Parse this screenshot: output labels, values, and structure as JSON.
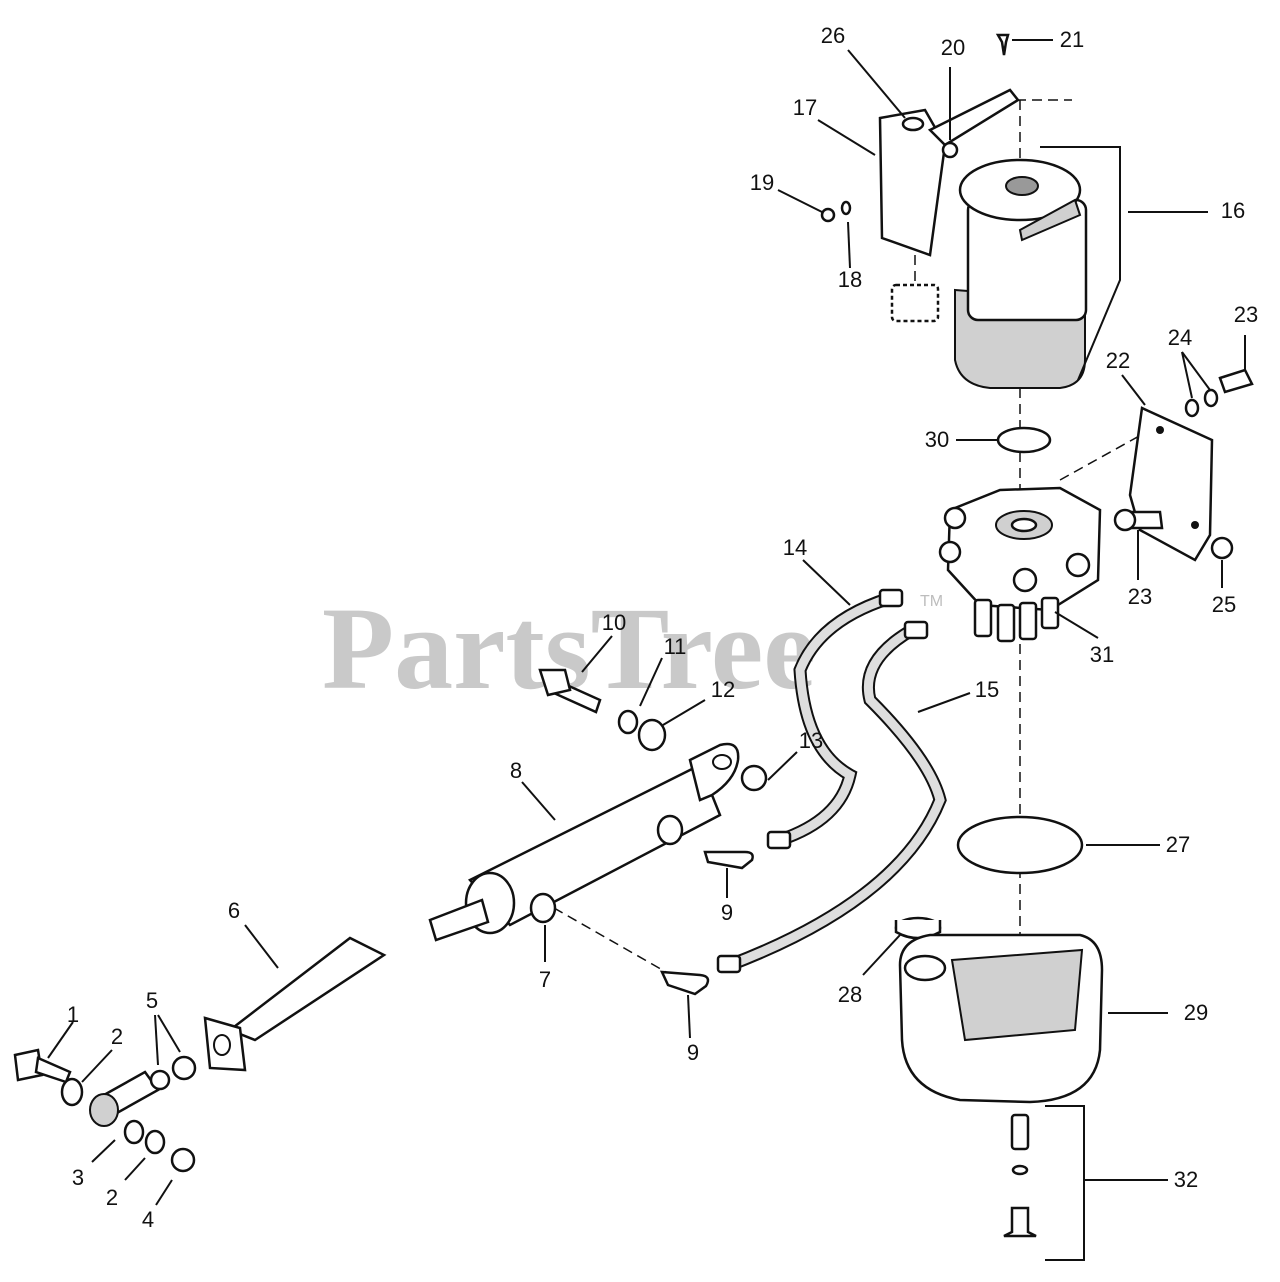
{
  "watermark": {
    "text": "PartsTree",
    "mark": "TM"
  },
  "callouts": [
    "1",
    "2",
    "3",
    "2",
    "4",
    "5",
    "6",
    "7",
    "8",
    "9",
    "9",
    "10",
    "11",
    "12",
    "13",
    "14",
    "15",
    "16",
    "17",
    "18",
    "19",
    "20",
    "21",
    "22",
    "23",
    "23",
    "24",
    "25",
    "26",
    "27",
    "28",
    "29",
    "30",
    "31",
    "32"
  ]
}
